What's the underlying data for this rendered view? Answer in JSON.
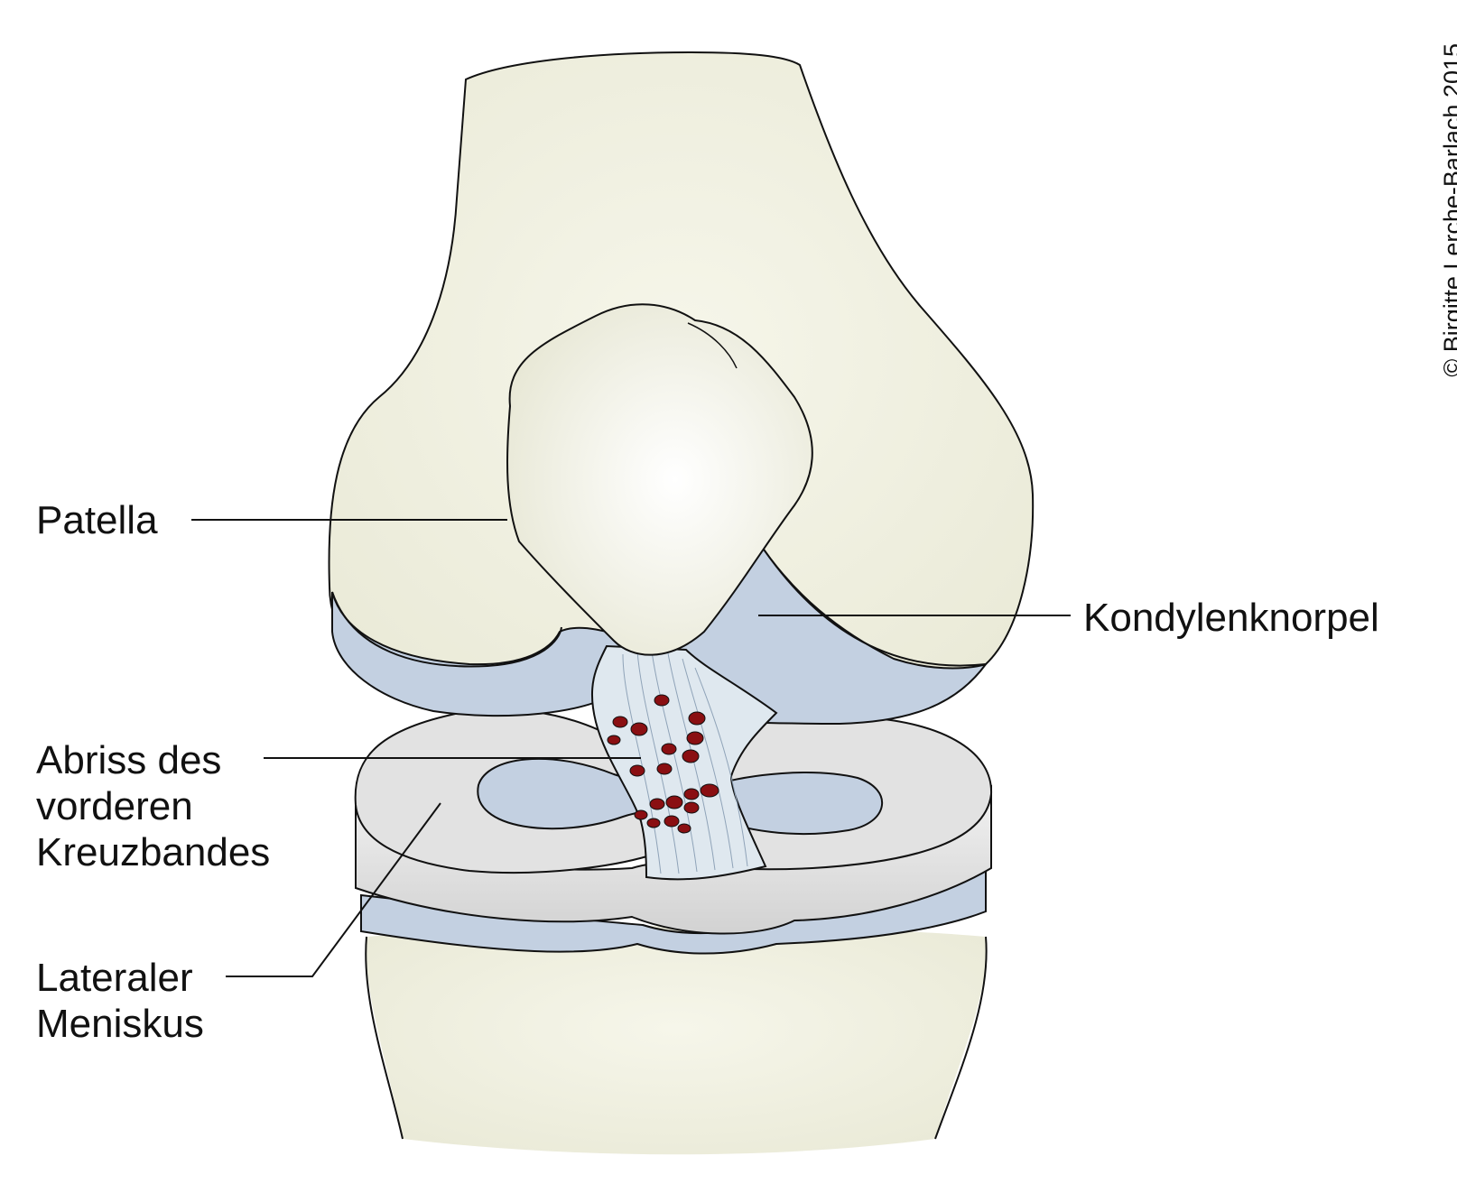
{
  "labels": {
    "patella": "Patella",
    "kondylenknorpel": "Kondylenknorpel",
    "abriss_line1": "Abriss des",
    "abriss_line2": "vorderen",
    "abriss_line3": "Kreuzbandes",
    "meniskus_line1": "Lateraler",
    "meniskus_line2": "Meniskus"
  },
  "copyright": "© Birgitte Lerche-Barlach 2015",
  "colors": {
    "bone": "#eeeedd",
    "cartilage": "#c3d0e1",
    "meniscus": "#dcdcdc",
    "ligament": "#dfe8ef",
    "blood": "#8a0f12",
    "outline": "#111111"
  }
}
